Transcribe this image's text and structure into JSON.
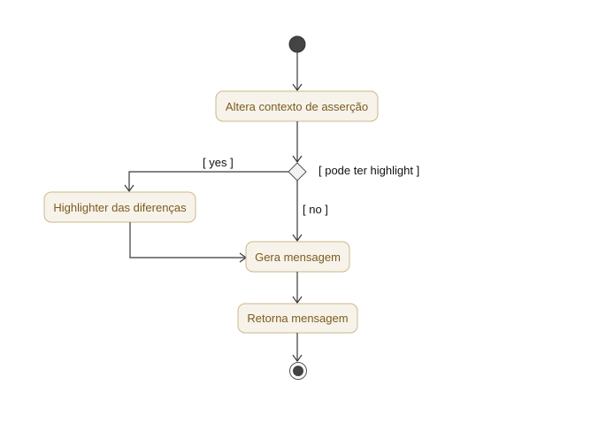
{
  "diagram": {
    "actions": {
      "altera_contexto": "Altera contexto de asserção",
      "highlighter": "Highlighter das diferenças",
      "gera_mensagem": "Gera mensagem",
      "retorna_mensagem": "Retorna mensagem"
    },
    "decision": {
      "label": "[ pode ter highlight ]",
      "guard_yes": "[ yes ]",
      "guard_no": "[ no ]"
    }
  }
}
